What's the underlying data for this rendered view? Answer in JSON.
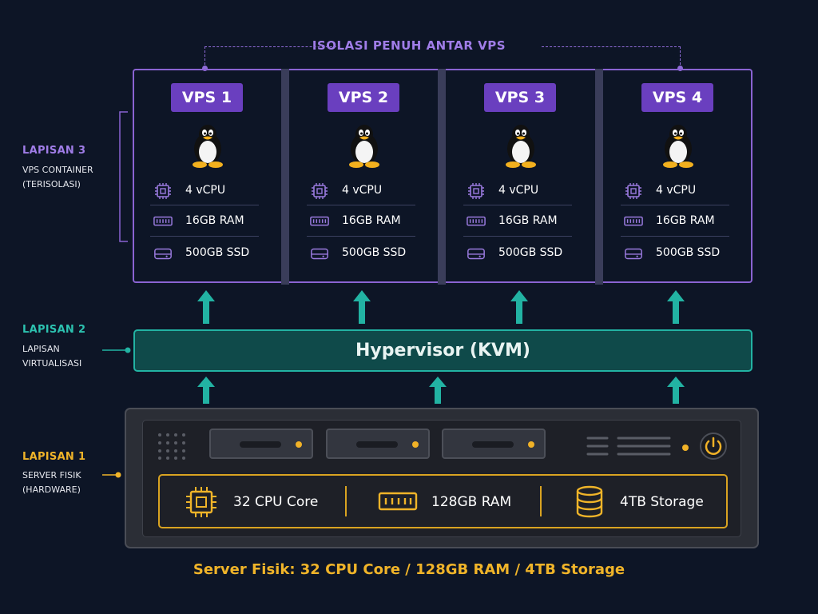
{
  "isolation_label": "ISOLASI PENUH ANTAR VPS",
  "layers": {
    "layer3": {
      "title": "LAPISAN 3",
      "line1": "VPS CONTAINER",
      "line2": "(TERISOLASI)"
    },
    "layer2": {
      "title": "LAPISAN 2",
      "line1": "LAPISAN",
      "line2": "VIRTUALISASI"
    },
    "layer1": {
      "title": "LAPISAN 1",
      "line1": "SERVER FISIK",
      "line2": "(HARDWARE)"
    }
  },
  "vps": [
    {
      "name": "VPS 1",
      "cpu": "4 vCPU",
      "ram": "16GB RAM",
      "ssd": "500GB SSD"
    },
    {
      "name": "VPS 2",
      "cpu": "4 vCPU",
      "ram": "16GB RAM",
      "ssd": "500GB SSD"
    },
    {
      "name": "VPS 3",
      "cpu": "4 vCPU",
      "ram": "16GB RAM",
      "ssd": "500GB SSD"
    },
    {
      "name": "VPS 4",
      "cpu": "4 vCPU",
      "ram": "16GB RAM",
      "ssd": "500GB SSD"
    }
  ],
  "hypervisor": "Hypervisor (KVM)",
  "hardware": {
    "cpu": "32 CPU Core",
    "ram": "128GB RAM",
    "storage": "4TB Storage"
  },
  "caption": "Server Fisik: 32 CPU Core / 128GB RAM / 4TB Storage",
  "colors": {
    "background": "#0d1526",
    "purple": "#8a63d2",
    "teal": "#22b3a3",
    "gold": "#f0b429"
  }
}
